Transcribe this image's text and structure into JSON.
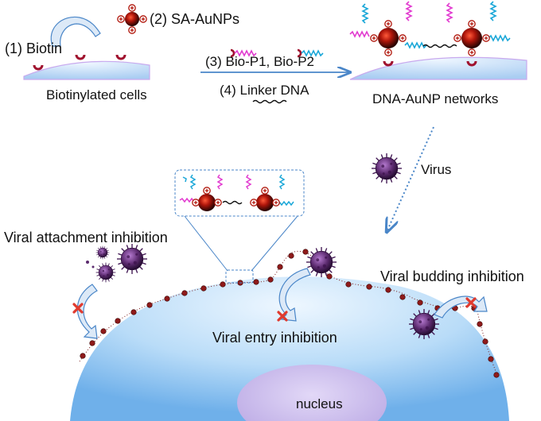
{
  "labels": {
    "step1": "(1) Biotin",
    "step2": "(2) SA-AuNPs",
    "step3": "(3) Bio-P1, Bio-P2",
    "step4": "(4) Linker DNA",
    "cells": "Biotinylated cells",
    "networks": "DNA-AuNP networks",
    "virus": "Virus",
    "attachment": "Viral attachment inhibition",
    "entry": "Viral entry inhibition",
    "budding": "Viral budding inhibition",
    "nucleus": "nucleus"
  },
  "colors": {
    "cell_light": "#d8ecfb",
    "cell_dark": "#7db8ec",
    "nucleus": "#c5b5ea",
    "gold": "#b0160b",
    "virus": "#5b2a6e",
    "probe_pink": "#e23bd0",
    "probe_cyan": "#1aa7d8",
    "arrow_blue": "#4a86c8",
    "inhibit_red": "#e03a2e"
  },
  "icons": [
    "biotin-icon",
    "streptavidin-gold-nanoparticle-icon",
    "virus-icon",
    "dna-linker-icon",
    "inhibition-cross-icon"
  ]
}
